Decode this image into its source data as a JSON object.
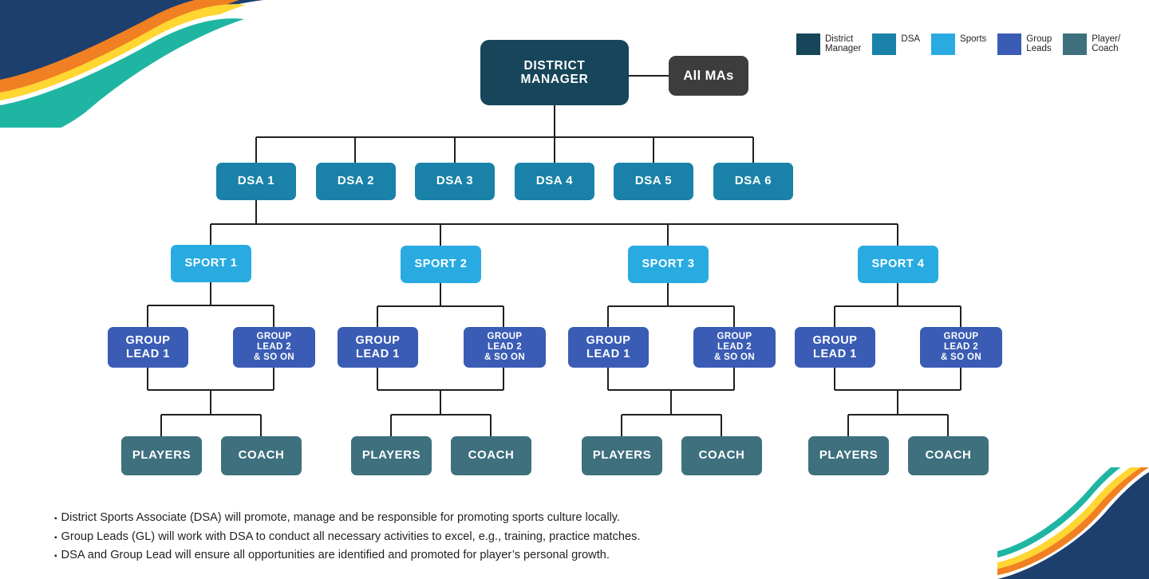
{
  "legend": {
    "items": [
      {
        "label": "District\nManager",
        "color": "#17455A",
        "name": "district-manager"
      },
      {
        "label": "DSA",
        "color": "#1A82A8",
        "name": "dsa"
      },
      {
        "label": "Sports",
        "color": "#29ABE2",
        "name": "sports"
      },
      {
        "label": "Group\nLeads",
        "color": "#3A5CB4",
        "name": "group-leads"
      },
      {
        "label": "Player/\nCoach",
        "color": "#3E707E",
        "name": "player-coach"
      }
    ]
  },
  "chart": {
    "root": {
      "label": "DISTRICT\nMANAGER"
    },
    "side": {
      "label": "All MAs"
    },
    "dsa": [
      {
        "label": "DSA 1"
      },
      {
        "label": "DSA 2"
      },
      {
        "label": "DSA 3"
      },
      {
        "label": "DSA 4"
      },
      {
        "label": "DSA 5"
      },
      {
        "label": "DSA 6"
      }
    ],
    "sports": [
      {
        "label": "SPORT 1"
      },
      {
        "label": "SPORT 2"
      },
      {
        "label": "SPORT 3"
      },
      {
        "label": "SPORT 4"
      }
    ],
    "group_leads": [
      {
        "label": "GROUP\nLEAD 1"
      },
      {
        "label": "GROUP\nLEAD 2\n& SO ON"
      },
      {
        "label": "GROUP\nLEAD 1"
      },
      {
        "label": "GROUP\nLEAD 2\n& SO ON"
      },
      {
        "label": "GROUP\nLEAD 1"
      },
      {
        "label": "GROUP\nLEAD 2\n& SO ON"
      },
      {
        "label": "GROUP\nLEAD 1"
      },
      {
        "label": "GROUP\nLEAD 2\n& SO ON"
      }
    ],
    "leaves": [
      {
        "label": "PLAYERS"
      },
      {
        "label": "COACH"
      },
      {
        "label": "PLAYERS"
      },
      {
        "label": "COACH"
      },
      {
        "label": "PLAYERS"
      },
      {
        "label": "COACH"
      },
      {
        "label": "PLAYERS"
      },
      {
        "label": "COACH"
      }
    ]
  },
  "notes": [
    "District Sports Associate (DSA) will promote, manage and be responsible for promoting sports culture locally.",
    "Group Leads (GL) will work with DSA to conduct all necessary activities to excel, e.g., training, practice matches.",
    "DSA and Group Lead will ensure all opportunities are identified and promoted for player’s personal growth."
  ],
  "colors": {
    "district_manager": "#17455A",
    "all_mas": "#3D3D3D",
    "dsa": "#1A82A8",
    "sports": "#29ABE2",
    "group_leads": "#3A5CB4",
    "player_coach": "#3E707E",
    "connector": "#231f20",
    "accent_navy": "#1C3F6E",
    "accent_orange": "#F08022",
    "accent_yellow": "#FFD632",
    "accent_teal": "#1FB5A3"
  }
}
